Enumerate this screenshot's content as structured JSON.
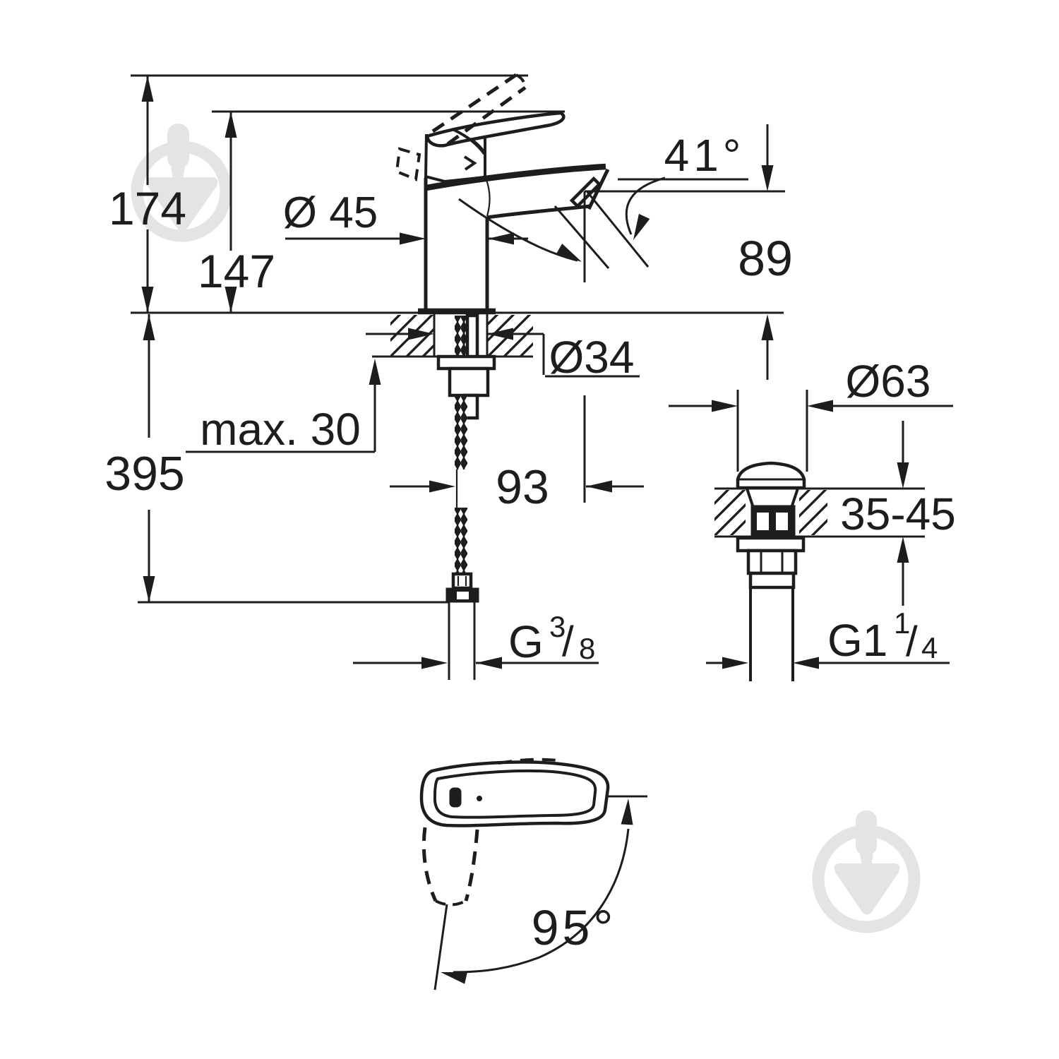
{
  "title": "Single-lever basin mixer technical dimension drawing",
  "colors": {
    "background": "#ffffff",
    "line": "#1d1d1d",
    "watermark": "#e4e4e4"
  },
  "labels": {
    "total_height": "174",
    "spout_height": "147",
    "body_diameter": "Ø 45",
    "spout_angle": "41°",
    "outlet_height": "89",
    "hole_diameter": "Ø34",
    "mounting_max": "max. 30",
    "hose_length": "395",
    "spout_reach": "93",
    "drain_flange": "Ø63",
    "drain_deck_range": "35-45",
    "handle_angle": "95°",
    "inlet_thread": {
      "base": "G",
      "sup": "3",
      "slash": "/",
      "sub": "8"
    },
    "drain_thread": {
      "base": "G1",
      "sup": "1",
      "slash": "/",
      "sub": "4"
    }
  }
}
